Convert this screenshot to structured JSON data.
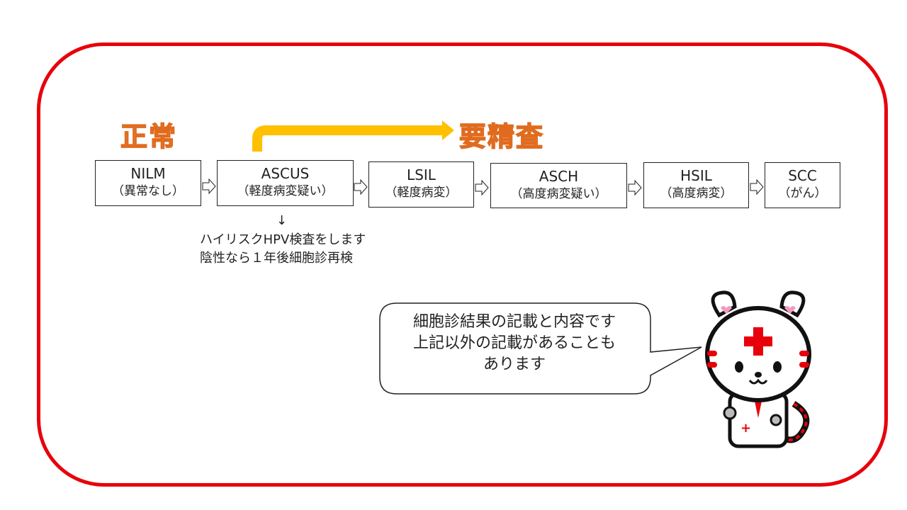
{
  "labels": {
    "normal": "正常",
    "needs_exam": "要精査"
  },
  "stages": [
    {
      "code": "NILM",
      "desc": "（異常なし）"
    },
    {
      "code": "ASCUS",
      "desc": "（軽度病変疑い）"
    },
    {
      "code": "LSIL",
      "desc": "（軽度病変）"
    },
    {
      "code": "ASCH",
      "desc": "（高度病変疑い）"
    },
    {
      "code": "HSIL",
      "desc": "（高度病変）"
    },
    {
      "code": "SCC",
      "desc": "（がん）"
    }
  ],
  "ascus_note": {
    "arrow": "↓",
    "line1": "ハイリスクHPV検査をします",
    "line2": "陰性なら１年後細胞診再検"
  },
  "callout": {
    "line1": "細胞診結果の記載と内容です",
    "line2": "上記以外の記載があることも",
    "line3": "あります"
  },
  "colors": {
    "frame": "#e8000b",
    "arrow": "#ffc000",
    "title": "#f4a26a"
  }
}
